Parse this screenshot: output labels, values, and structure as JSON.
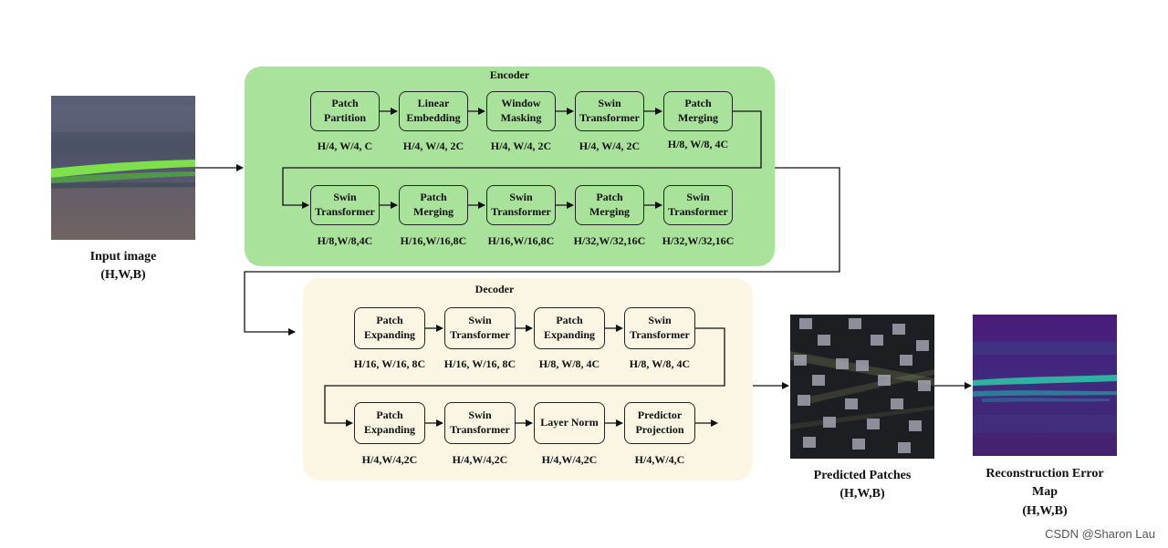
{
  "input": {
    "caption": "Input image\n(H,W,B)"
  },
  "encoder": {
    "title": "Encoder",
    "row1": [
      {
        "label": "Patch\nPartition",
        "dim": "H/4, W/4, C"
      },
      {
        "label": "Linear\nEmbedding",
        "dim": "H/4, W/4, 2C"
      },
      {
        "label": "Window\nMasking",
        "dim": "H/4, W/4, 2C"
      },
      {
        "label": "Swin\nTransformer",
        "dim": "H/4, W/4, 2C"
      },
      {
        "label": "Patch\nMerging",
        "dim": "H/8, W/8, 4C"
      }
    ],
    "row2": [
      {
        "label": "Swin\nTransformer",
        "dim": "H/8,W/8,4C"
      },
      {
        "label": "Patch\nMerging",
        "dim": "H/16,W/16,8C"
      },
      {
        "label": "Swin\nTransformer",
        "dim": "H/16,W/16,8C"
      },
      {
        "label": "Patch\nMerging",
        "dim": "H/32,W/32,16C"
      },
      {
        "label": "Swin\nTransformer",
        "dim": "H/32,W/32,16C"
      }
    ]
  },
  "decoder": {
    "title": "Decoder",
    "row1": [
      {
        "label": "Patch\nExpanding",
        "dim": "H/16, W/16, 8C"
      },
      {
        "label": "Swin\nTransformer",
        "dim": "H/16, W/16, 8C"
      },
      {
        "label": "Patch\nExpanding",
        "dim": "H/8, W/8, 4C"
      },
      {
        "label": "Swin\nTransformer",
        "dim": "H/8, W/8, 4C"
      }
    ],
    "row2": [
      {
        "label": "Patch\nExpanding",
        "dim": "H/4,W/4,2C"
      },
      {
        "label": "Swin\nTransformer",
        "dim": "H/4,W/4,2C"
      },
      {
        "label": "Layer Norm",
        "dim": "H/4,W/4,2C"
      },
      {
        "label": "Predictor\nProjection",
        "dim": "H/4,W/4,C"
      }
    ]
  },
  "outputs": {
    "predicted_caption": "Predicted Patches\n(H,W,B)",
    "error_caption": "Reconstruction Error\nMap\n(H,W,B)"
  },
  "watermark": "CSDN @Sharon Lau"
}
